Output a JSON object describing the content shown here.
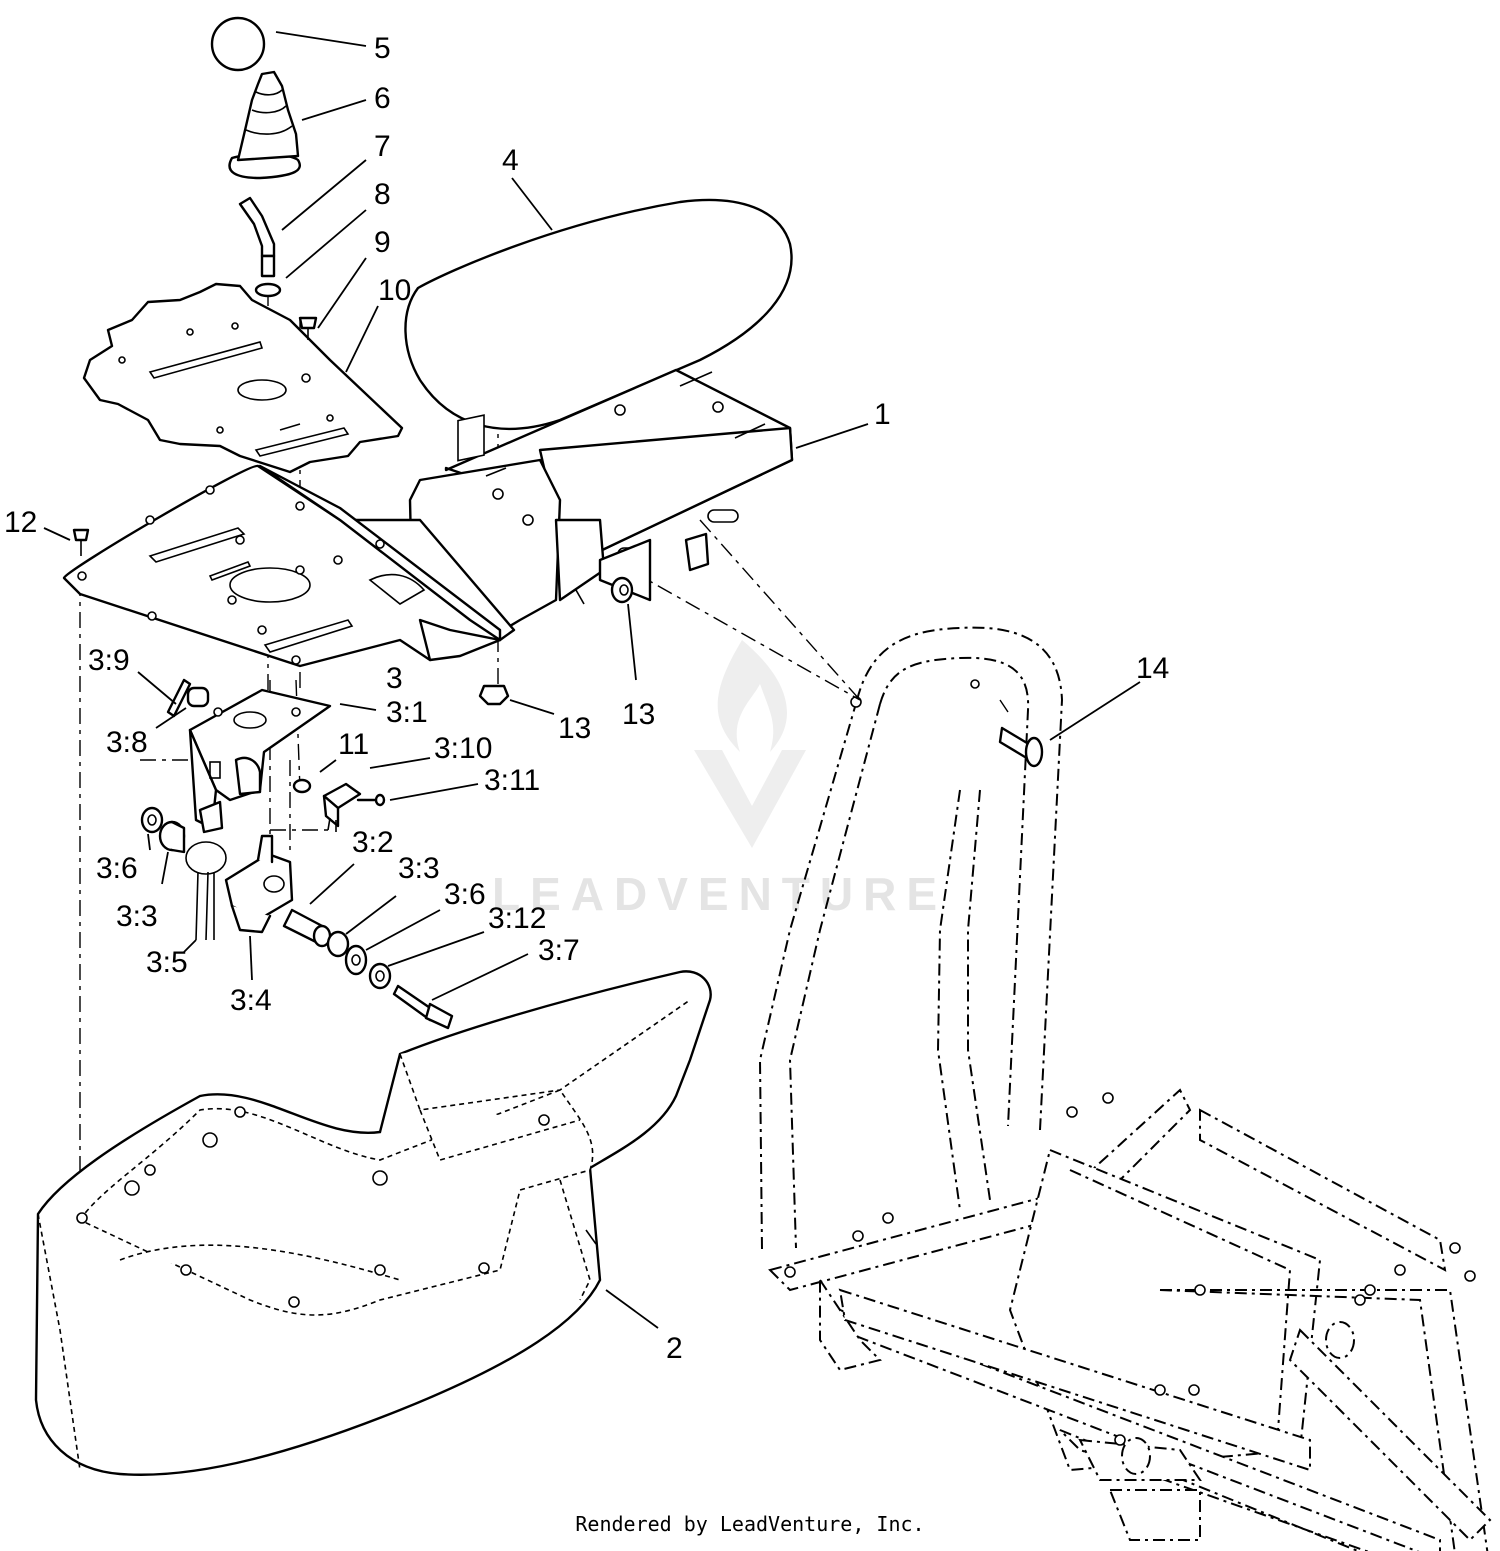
{
  "diagram": {
    "callouts": {
      "c1": "1",
      "c2": "2",
      "c3": "3",
      "c3_1": "3:1",
      "c3_2": "3:2",
      "c3_3a": "3:3",
      "c3_3b": "3:3",
      "c3_4": "3:4",
      "c3_5": "3:5",
      "c3_6a": "3:6",
      "c3_6b": "3:6",
      "c3_7": "3:7",
      "c3_8": "3:8",
      "c3_9": "3:9",
      "c3_10": "3:10",
      "c3_11": "3:11",
      "c3_12": "3:12",
      "c4": "4",
      "c5": "5",
      "c6": "6",
      "c7": "7",
      "c8": "8",
      "c9": "9",
      "c10": "10",
      "c11": "11",
      "c12": "12",
      "c13a": "13",
      "c13b": "13",
      "c14": "14"
    },
    "watermark": "LEADVENTURE"
  },
  "footer": {
    "rendered_by": "Rendered by LeadVenture, Inc."
  }
}
